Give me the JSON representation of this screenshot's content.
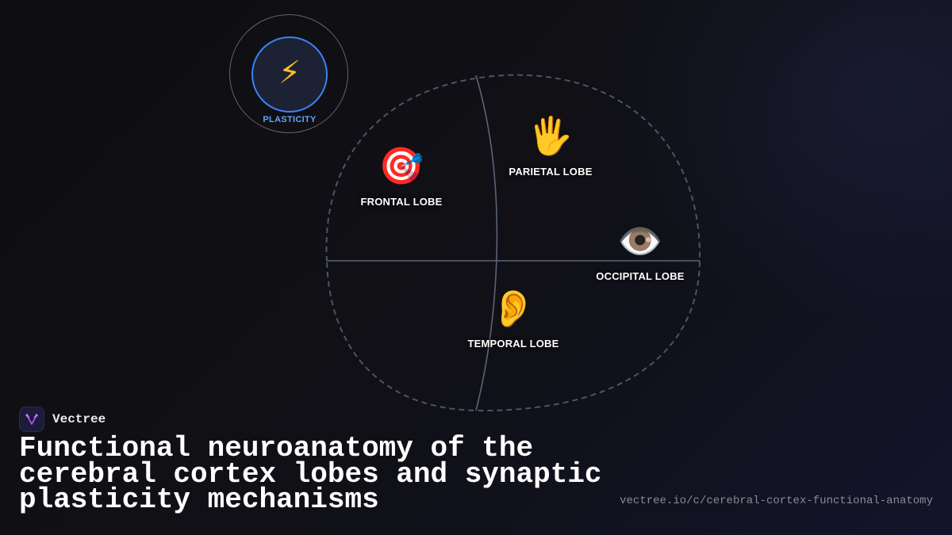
{
  "diagram": {
    "hub": {
      "icon": "lightning-bolt-icon",
      "symbol": "⚡",
      "label": "PLASTICITY"
    },
    "lobes": [
      {
        "id": "frontal",
        "label": "FRONTAL LOBE",
        "icon": "target-icon",
        "symbol": "🎯"
      },
      {
        "id": "parietal",
        "label": "PARIETAL LOBE",
        "icon": "raised-hand-icon",
        "symbol": "🖐"
      },
      {
        "id": "occipital",
        "label": "OCCIPITAL LOBE",
        "icon": "eye-icon",
        "symbol": "👁️"
      },
      {
        "id": "temporal",
        "label": "TEMPORAL LOBE",
        "icon": "ear-icon",
        "symbol": "👂"
      }
    ]
  },
  "brand": {
    "name": "Vectree",
    "logo_icon": "vectree-logo-icon"
  },
  "title": "Functional neuroanatomy of the cerebral cortex lobes and synaptic plasticity mechanisms",
  "url": "vectree.io/c/cerebral-cortex-functional-anatomy",
  "colors": {
    "background": "#0f0f13",
    "outline": "#4a5568",
    "hub_ring": "#3b82f6",
    "hub_label": "#60a5fa",
    "text": "#ffffff",
    "url_text": "#8a8a96"
  }
}
